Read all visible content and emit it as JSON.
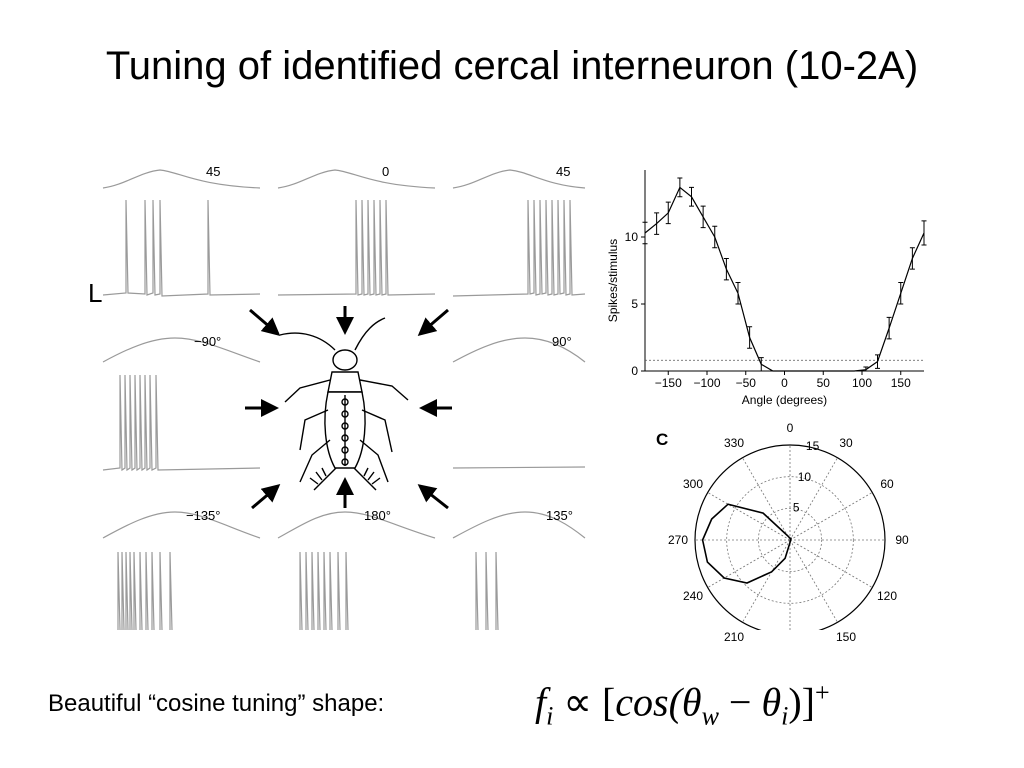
{
  "slide": {
    "title": "Tuning of identified cercal interneuron (10-2A)",
    "caption": "Beautiful “cosine tuning” shape:",
    "formula": {
      "lhs": "f",
      "lhs_sub": "i",
      "prop": "∝",
      "open": "[",
      "fn": "cos(",
      "theta1": "θ",
      "sub1": "w",
      "minus": " − ",
      "theta2": "θ",
      "sub2": "i",
      "close": ")]",
      "sup": "+"
    }
  },
  "panels": {
    "top_row_labels": [
      "45",
      "0",
      "45"
    ],
    "angle_labels": {
      "m90": "−90°",
      "p90": "90°",
      "m135": "−135°",
      "d180": "180°",
      "p135": "135°"
    },
    "scale_bar_label": "L",
    "panel_c_letter": "C"
  },
  "chart_data": [
    {
      "type": "line",
      "ylabel": "Spikes/stimulus",
      "xlabel": "Angle (degrees)",
      "xlim": [
        -180,
        180
      ],
      "ylim": [
        0,
        15
      ],
      "xticks": [
        -150,
        -100,
        -50,
        0,
        50,
        100,
        150
      ],
      "yticks": [
        0,
        5,
        10
      ],
      "baseline": 0.8,
      "series": [
        {
          "x": [
            -180,
            -165,
            -150,
            -135,
            -120,
            -105,
            -90,
            -75,
            -60,
            -45,
            -30,
            -15,
            0,
            15,
            30,
            45,
            60,
            75,
            90,
            105,
            120,
            135,
            150,
            165,
            180
          ],
          "y": [
            10.3,
            11.0,
            11.8,
            13.7,
            13.0,
            11.5,
            10.0,
            7.6,
            5.8,
            2.5,
            0.5,
            0,
            0,
            0,
            0,
            0,
            0,
            0,
            0,
            0.1,
            0.7,
            3.2,
            5.8,
            8.4,
            10.3
          ],
          "err": [
            0.8,
            0.8,
            0.8,
            0.7,
            0.7,
            0.8,
            0.8,
            0.8,
            0.8,
            0.8,
            0.5,
            0,
            0,
            0,
            0,
            0,
            0,
            0,
            0,
            0.2,
            0.5,
            0.8,
            0.8,
            0.8,
            0.9
          ]
        }
      ]
    },
    {
      "type": "line",
      "subtype": "polar",
      "angle_ticks": [
        "0",
        "30",
        "60",
        "90",
        "120",
        "150",
        "210",
        "240",
        "270",
        "300",
        "330"
      ],
      "radial_ticks": [
        "15",
        "10",
        "5"
      ],
      "rmax": 15,
      "series": [
        {
          "theta": [
            0,
            30,
            180,
            195,
            210,
            225,
            240,
            255,
            270,
            285,
            300,
            315,
            330,
            345
          ],
          "r": [
            0.3,
            0.3,
            0.4,
            3.0,
            5.8,
            9.6,
            12.0,
            13.5,
            13.8,
            12.8,
            11.3,
            6.0,
            0.8,
            0.4
          ]
        }
      ]
    }
  ]
}
